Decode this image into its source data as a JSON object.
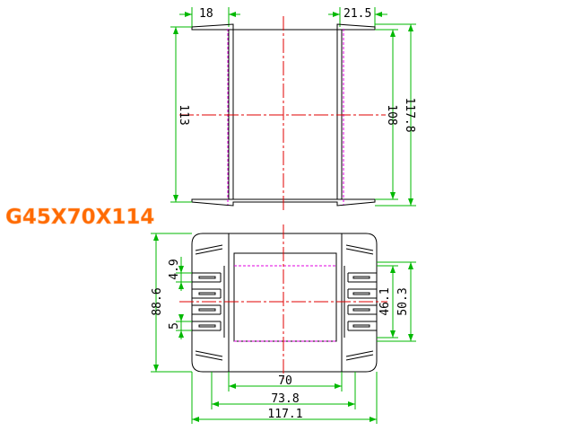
{
  "title": "G45X70X114",
  "colors": {
    "title": "#ff6a00",
    "dimension": "#00b800",
    "outline": "#000000",
    "centerline": "#e00000",
    "hidden_line": "#e000e0"
  },
  "top_view": {
    "dims": {
      "flange_left": "18",
      "flange_right": "21.5",
      "overall_height_left": "113",
      "inner_height": "108",
      "overall_height_right": "117.8"
    }
  },
  "bottom_view": {
    "dims": {
      "height_left": "88.6",
      "pin_pitch_top": "4.9",
      "pin_pitch_bottom": "5",
      "window_inner": "46.1",
      "window_outer": "50.3",
      "width_inner": "70",
      "width_mid": "73.8",
      "width_overall": "117.1"
    }
  }
}
